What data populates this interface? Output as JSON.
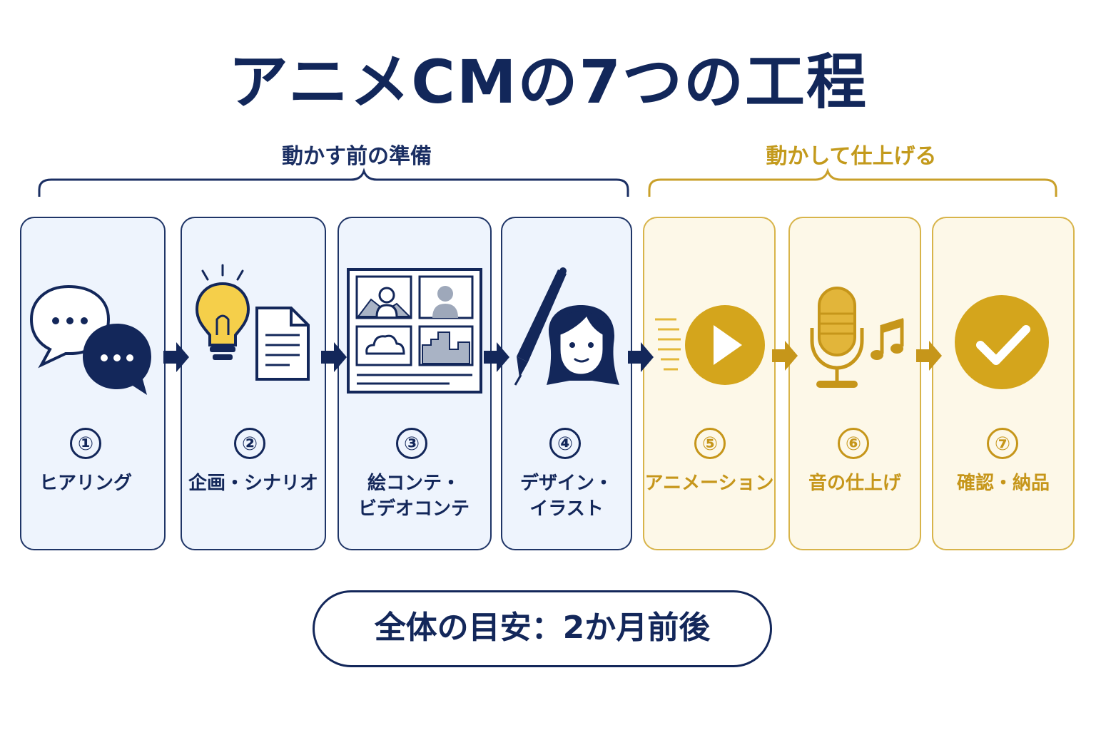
{
  "title": "アニメCMの7つの工程",
  "colors": {
    "navy": "#13275a",
    "gold": "#d4a51c",
    "navy_bg": "#eef4fd",
    "gold_bg": "#fdf8e8"
  },
  "groups": [
    {
      "label": "動かす前の準備",
      "color": "navy"
    },
    {
      "label": "動かして仕上げる",
      "color": "gold"
    }
  ],
  "steps": [
    {
      "number": "①",
      "label": "ヒアリング",
      "group": "navy",
      "icon": "speech-bubbles-icon"
    },
    {
      "number": "②",
      "label": "企画・シナリオ",
      "group": "navy",
      "icon": "lightbulb-and-document-icon"
    },
    {
      "number": "③",
      "label": "絵コンテ・\nビデオコンテ",
      "group": "navy",
      "icon": "storyboard-icon"
    },
    {
      "number": "④",
      "label": "デザイン・\nイラスト",
      "group": "navy",
      "icon": "pen-and-character-icon"
    },
    {
      "number": "⑤",
      "label": "アニメーション",
      "group": "gold",
      "icon": "play-icon"
    },
    {
      "number": "⑥",
      "label": "音の仕上げ",
      "group": "gold",
      "icon": "microphone-music-icon"
    },
    {
      "number": "⑦",
      "label": "確認・納品",
      "group": "gold",
      "icon": "check-icon"
    }
  ],
  "summary": "全体の目安：2か月前後"
}
